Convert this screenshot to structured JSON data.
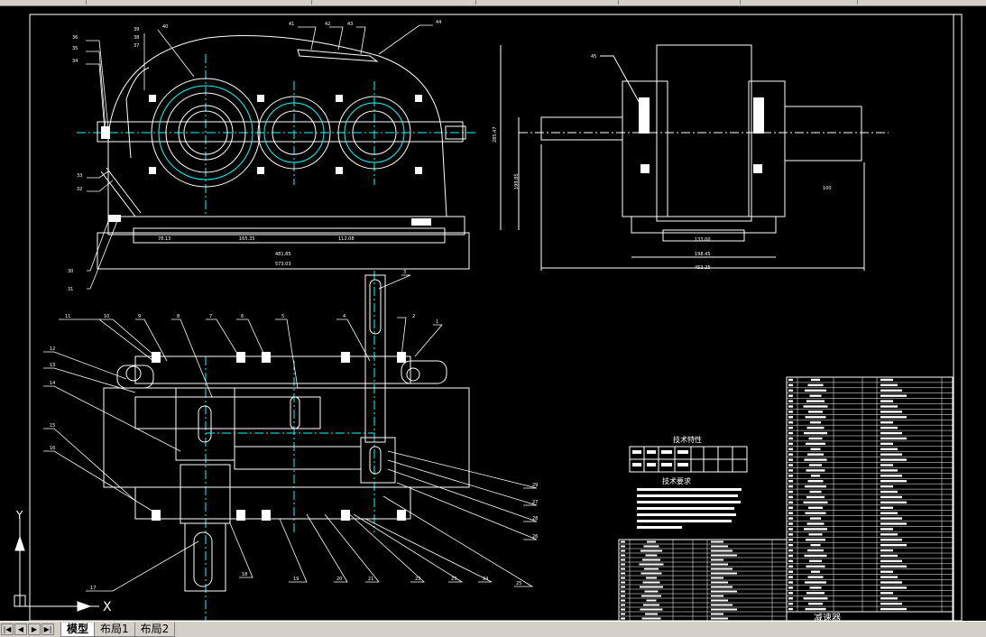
{
  "tabs": {
    "nav": [
      "|◀",
      "◀",
      "▶",
      "▶|"
    ],
    "items": [
      "模型",
      "布局1",
      "布局2"
    ],
    "active": 0
  },
  "drawing": {
    "tech_spec_title": "技术特性",
    "tech_req_title": "技术要求",
    "title_block_name": "减速器",
    "ucs": {
      "x": "X",
      "y": "Y"
    },
    "top_view_dims": [
      "78.13",
      "165.35",
      "112.08",
      "481.85",
      "573.03"
    ],
    "side_view_dims": [
      "285.47",
      "199.85",
      "100",
      "133.00",
      "198.45",
      "452.25"
    ],
    "top_view_balloons": [
      "36",
      "35",
      "34",
      "39",
      "38",
      "37",
      "40",
      "41",
      "42",
      "43",
      "44",
      "33",
      "32",
      "30",
      "31"
    ],
    "side_view_balloons": [
      "45"
    ],
    "plan_view_balloons_top": [
      "11",
      "10",
      "9",
      "8",
      "7",
      "6",
      "5",
      "4",
      "2",
      "1",
      "3"
    ],
    "plan_view_balloons_left": [
      "12",
      "13",
      "14",
      "15",
      "16"
    ],
    "plan_view_balloons_bottom": [
      "17",
      "18",
      "19",
      "20",
      "21",
      "22",
      "23",
      "24",
      "25"
    ],
    "plan_view_balloons_right": [
      "29",
      "27",
      "28",
      "26"
    ]
  }
}
